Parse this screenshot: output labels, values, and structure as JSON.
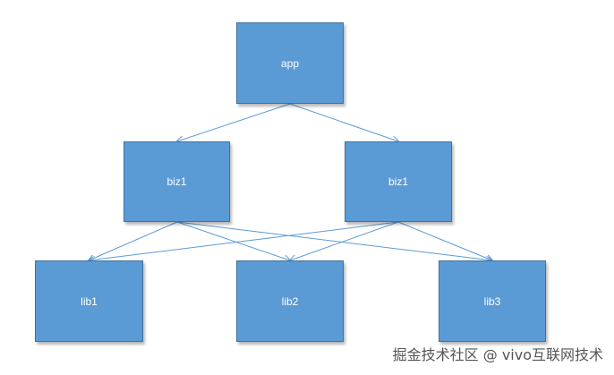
{
  "nodes": {
    "app": "app",
    "biz1_left": "biz1",
    "biz1_right": "biz1",
    "lib1": "lib1",
    "lib2": "lib2",
    "lib3": "lib3"
  },
  "watermark": "掘金技术社区 @ vivo互联网技术",
  "colors": {
    "node_fill": "#5b9bd5",
    "node_border": "#41719c",
    "edge": "#5b9bd5",
    "node_text": "#ffffff"
  }
}
